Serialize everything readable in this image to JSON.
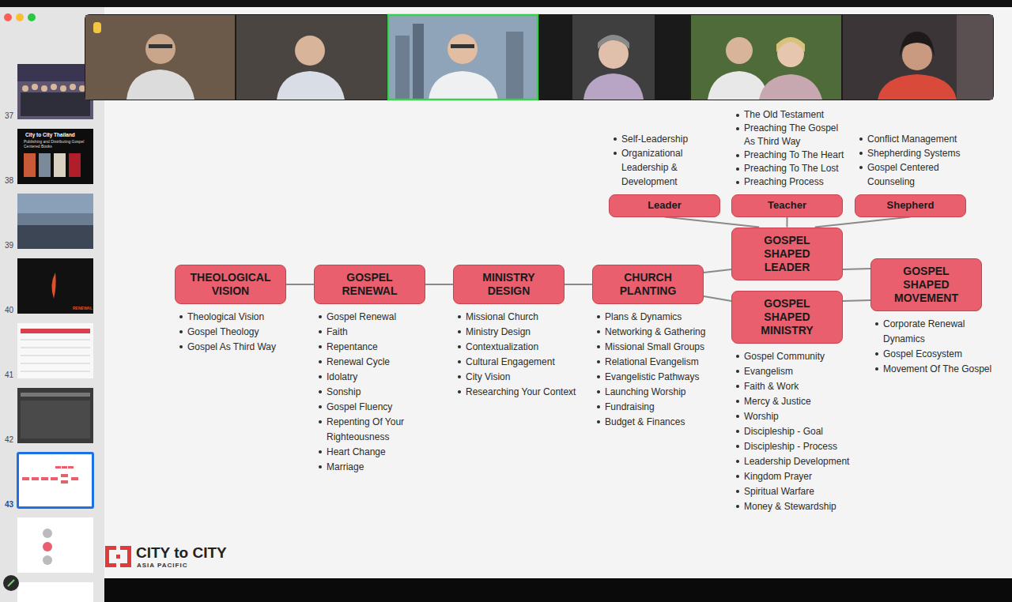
{
  "diagram": {
    "nodes": [
      {
        "text": [
          "THEOLOGICAL VISION",
          "Theological Vision",
          "Gospel Theology",
          "Gospel As Third Way"
        ]
      },
      {
        "text": [
          "GOSPEL RENEWAL",
          "Gospel Renewal",
          "Faith",
          "Repentance",
          "Renewal Cycle",
          "Idolatry",
          "Sonship",
          "Gospel Fluency",
          "Repenting Of Your Righteousness",
          "Heart Change",
          "Marriage"
        ]
      },
      {
        "text": [
          "MINISTRY DESIGN",
          "Missional Church",
          "Ministry Design",
          "Contextualization",
          "Cultural Engagement",
          "City Vision",
          "Researching Your Context"
        ]
      },
      {
        "text": [
          "CHURCH PLANTING",
          "Plans & Dynamics",
          "Networking & Gathering",
          "Missional Small Groups",
          "Relational Evangelism",
          "Evangelistic Pathways",
          "Launching Worship",
          "Fundraising",
          "Budget & Finances"
        ]
      },
      {
        "text": [
          "GOSPEL SHAPED LEADER"
        ]
      },
      {
        "text": [
          "Leader",
          "Self-Leadership",
          "Organizational Leadership & Development"
        ]
      },
      {
        "text": [
          "Teacher",
          "The Old Testament",
          "Preaching The Gospel As Third Way",
          "Preaching To The Heart",
          "Preaching To The Lost",
          "Preaching Process"
        ]
      },
      {
        "text": [
          "Shepherd",
          "Conflict Management",
          "Shepherding Systems",
          "Gospel Centered Counseling"
        ]
      },
      {
        "text": [
          "GOSPEL SHAPED MINISTRY",
          "Gospel Community",
          "Evangelism",
          "Faith & Work",
          "Mercy & Justice",
          "Worship",
          "Discipleship - Goal",
          "Discipleship - Process",
          "Leadership Development",
          "Kingdom Prayer",
          "Spiritual Warfare",
          "Money & Stewardship"
        ]
      },
      {
        "text": [
          "GOSPEL SHAPED MOVEMENT",
          "Corporate Renewal Dynamics",
          "Gospel Ecosystem",
          "Movement Of The Gospel"
        ]
      }
    ],
    "edges": [
      {
        "from": 0,
        "to": 1,
        "arrow": "none"
      },
      {
        "from": 1,
        "to": 2,
        "arrow": "none"
      },
      {
        "from": 2,
        "to": 3,
        "arrow": "none"
      },
      {
        "from": 3,
        "to": 4,
        "arrow": "none"
      },
      {
        "from": 3,
        "to": 8,
        "arrow": "none"
      },
      {
        "from": 4,
        "to": 5,
        "arrow": "none"
      },
      {
        "from": 4,
        "to": 6,
        "arrow": "none"
      },
      {
        "from": 4,
        "to": 7,
        "arrow": "none"
      },
      {
        "from": 4,
        "to": 9,
        "arrow": "none"
      },
      {
        "from": 8,
        "to": 9,
        "arrow": "none"
      }
    ],
    "labels": [
      "37",
      "38",
      "39",
      "40",
      "41",
      "42",
      "43",
      "City to City Thailand",
      "Publishing and Distributing Gospel Centered Books",
      "RENEWAL",
      "CITY to CITY",
      "ASIA PACIFIC"
    ]
  }
}
